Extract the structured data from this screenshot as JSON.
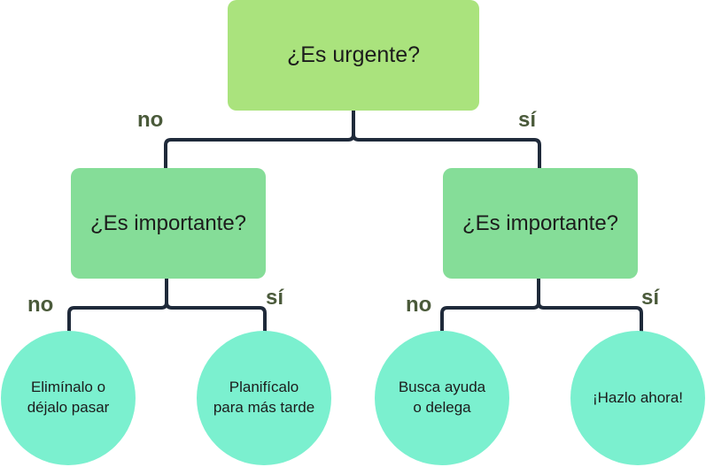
{
  "root": {
    "question": "¿Es urgente?"
  },
  "root_branches": {
    "no": "no",
    "yes": "sí"
  },
  "left": {
    "question": "¿Es importante?",
    "branch_no": "no",
    "branch_yes": "sí",
    "leaf_no": [
      "Elimínalo o",
      "déjalo pasar"
    ],
    "leaf_yes": [
      "Planifícalo",
      "para más tarde"
    ]
  },
  "right": {
    "question": "¿Es importante?",
    "branch_no": "no",
    "branch_yes": "sí",
    "leaf_no": [
      "Busca ayuda",
      "o delega"
    ],
    "leaf_yes": [
      "¡Hazlo ahora!"
    ]
  },
  "colors": {
    "root_fill": "#aae37d",
    "question_fill": "#85dd98",
    "leaf_fill": "#7bf0cf",
    "connector": "#1f2a3a",
    "branch_label": "#4a5a3a"
  }
}
